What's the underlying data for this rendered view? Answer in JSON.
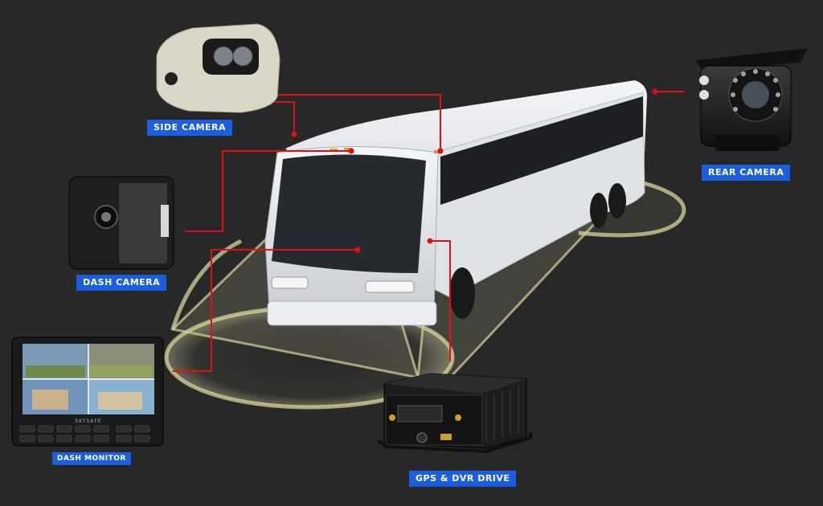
{
  "labels": {
    "side_camera": "SIDE CAMERA",
    "rear_camera": "REAR CAMERA",
    "dash_camera": "DASH CAMERA",
    "dash_monitor": "DASH MONITOR",
    "gps_dvr": "GPS & DVR DRIVE"
  },
  "monitor_brand": "SKYSAFE",
  "colors": {
    "background": "#282828",
    "connector": "#e01010",
    "coverage": "#d8d39a",
    "label_bg": "#1b5fe0",
    "label_text": "#ffffff",
    "bus_body": "#e8eaee"
  },
  "icons": [
    "side-camera-icon",
    "rear-camera-icon",
    "dash-camera-icon",
    "dash-monitor-icon",
    "dvr-unit-icon",
    "bus-illustration"
  ]
}
